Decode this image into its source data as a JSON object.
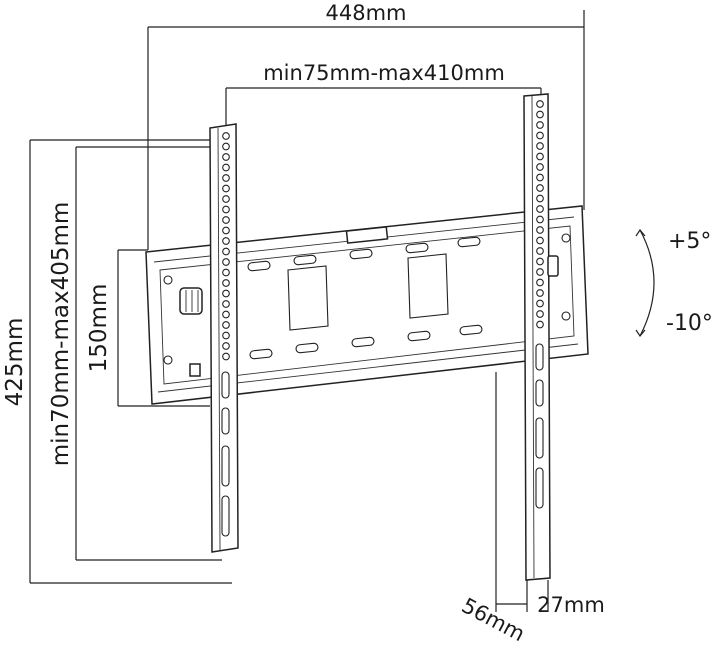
{
  "dimensions": {
    "overall_width": "448mm",
    "vesa_horizontal": "min75mm-max410mm",
    "overall_height": "425mm",
    "vesa_vertical": "min70mm-max405mm",
    "wall_plate_height": "150mm",
    "depth_max": "56mm",
    "depth_min": "27mm"
  },
  "tilt": {
    "up": "+5°",
    "down": "-10°"
  }
}
